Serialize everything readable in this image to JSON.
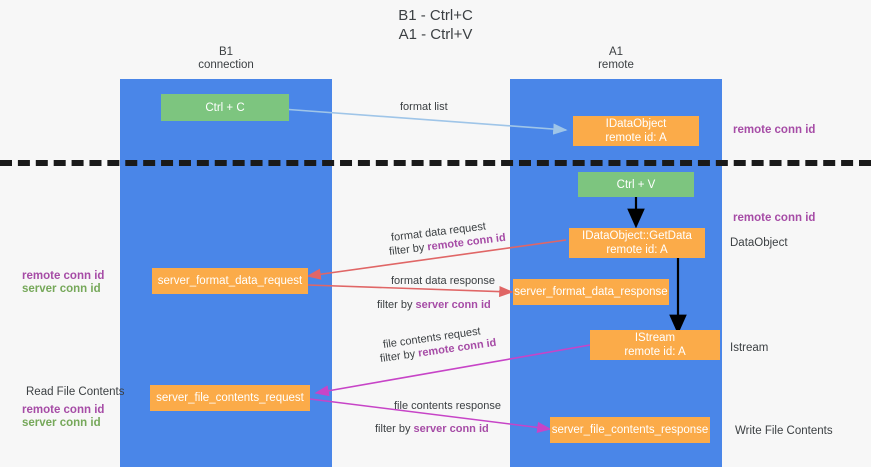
{
  "title": {
    "line1": "B1 - Ctrl+C",
    "line2": "A1 - Ctrl+V"
  },
  "columns": {
    "b1": {
      "name": "B1",
      "role": "connection"
    },
    "a1": {
      "name": "A1",
      "role": "remote"
    }
  },
  "colors": {
    "lane": "#4a86e8",
    "green_box": "#7dc57f",
    "orange_box": "#fbab49",
    "remote_conn_id": "#a64ca6",
    "server_conn_id": "#76a85a",
    "arrow_format_list": "#9fc5e8",
    "arrow_format_data": "#e06666",
    "arrow_file_contents": "#c744c7",
    "arrow_black": "#000000",
    "divider": "#1a1a1a"
  },
  "boxes": {
    "ctrl_c": {
      "text": "Ctrl + C"
    },
    "ctrl_v": {
      "text": "Ctrl + V"
    },
    "idataobject": {
      "line1": "IDataObject",
      "line2": "remote id: A"
    },
    "getdata": {
      "line1": "IDataObject::GetData",
      "line2": "remote id: A"
    },
    "istream": {
      "line1": "IStream",
      "line2": "remote id: A"
    },
    "server_format_data_request": {
      "text": "server_format_data_request"
    },
    "server_format_data_response": {
      "text": "server_format_data_response"
    },
    "server_file_contents_request": {
      "text": "server_file_contents_request"
    },
    "server_file_contents_response": {
      "text": "server_file_contents_response"
    }
  },
  "edge_labels": {
    "format_list": "format list",
    "format_data_request": "format data request",
    "format_data_response": "format data response",
    "file_contents_request": "file contents request",
    "file_contents_response": "file contents response",
    "filter_by": "filter by",
    "remote_conn_id": "remote conn id",
    "server_conn_id": "server conn id"
  },
  "side_labels": {
    "right_remote_conn_id_top": "remote conn id",
    "right_remote_conn_id_mid": "remote conn id",
    "right_dataobject": "DataObject",
    "right_istream": "Istream",
    "right_write_file_contents": "Write File Contents",
    "left_remote_conn_id": "remote conn id",
    "left_server_conn_id": "server conn id",
    "left_read_file_contents": "Read File Contents",
    "left_remote_conn_id_2": "remote conn id",
    "left_server_conn_id_2": "server conn id"
  }
}
